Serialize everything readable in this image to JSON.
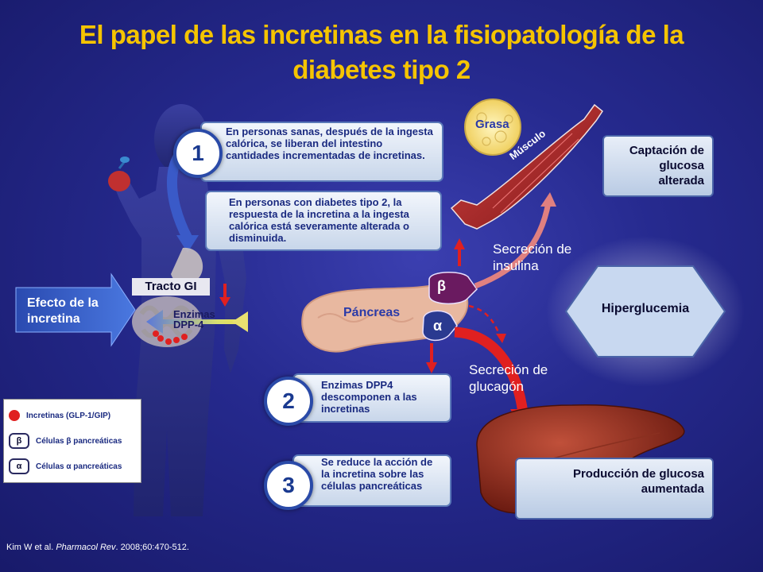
{
  "title_line1": "El papel de las incretinas en la fisiopatología de la",
  "title_line2": "diabetes tipo 2",
  "step1_number": "1",
  "step1_text": "En personas sanas, después de la ingesta calórica, se liberan del intestino cantidades incrementadas de incretinas.",
  "step1b_text": "En personas con diabetes tipo 2, la respuesta de la incretina a la ingesta calórica está severamente alterada o disminuida.",
  "step2_number": "2",
  "step2_text": "Enzimas DPP4 descomponen a las incretinas",
  "step3_number": "3",
  "step3_text": "Se reduce la acción de la incretina sobre las células pancreáticas",
  "effect_label": "Efecto de la incretina",
  "tract_label": "Tracto GI",
  "enzymes_label": "Enzimas DPP-4",
  "pancreas_label": "Páncreas",
  "beta_symbol": "β",
  "alpha_symbol": "α",
  "fat_label": "Grasa",
  "muscle_label": "Músculo",
  "insulin_label": "Secreción de insulina",
  "glucagon_label": "Secreción de glucagón",
  "uptake_label": "Captación de glucosa alterada",
  "hyper_label": "Hiperglucemia",
  "production_label": "Producción de glucosa aumentada",
  "legend": {
    "incretins": "Incretinas (GLP-1/GIP)",
    "beta_cells": "Células β pancreáticas",
    "alpha_cells": "Células α pancreáticas",
    "beta_icon": "β",
    "alpha_icon": "α"
  },
  "citation_authors": "Kim W et al. ",
  "citation_journal": "Pharmacol Rev",
  "citation_rest": ". 2008;60:470-512.",
  "colors": {
    "title": "#f5c400",
    "background": "#262a8f",
    "arrow_red": "#e02020",
    "arrow_blue": "#3a5ac8"
  }
}
